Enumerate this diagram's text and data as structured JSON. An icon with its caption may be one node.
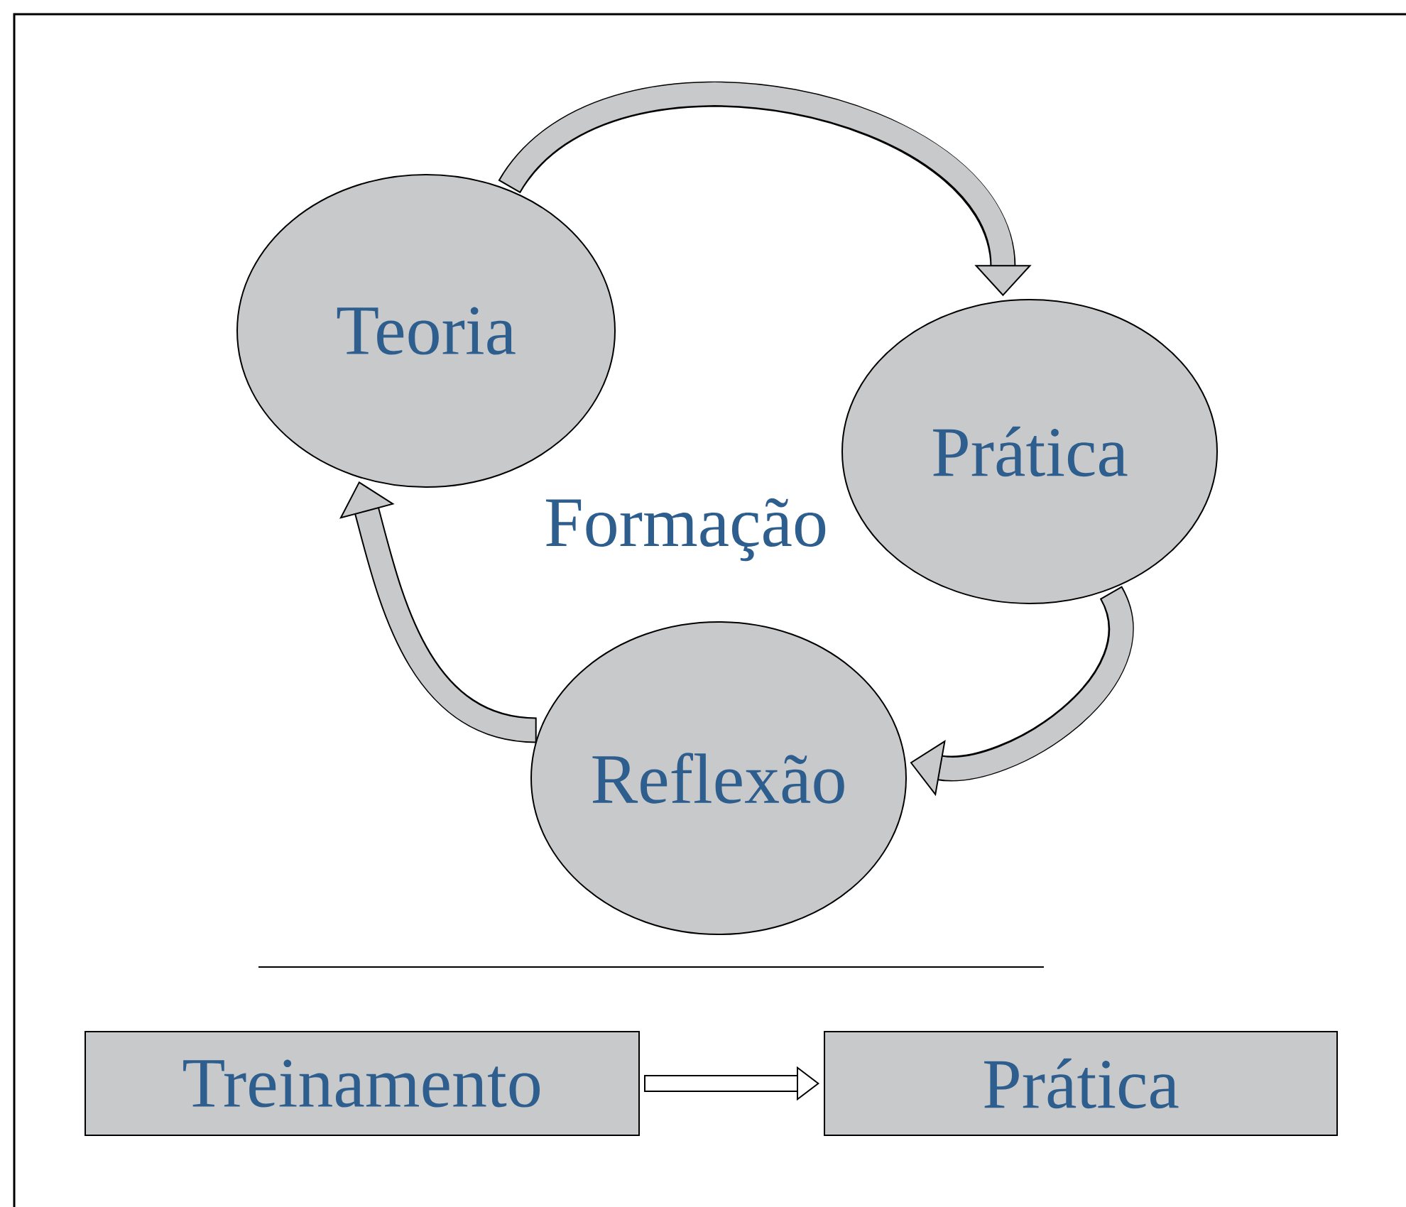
{
  "diagram": {
    "nodes": [
      {
        "text": [
          "Teoria"
        ]
      },
      {
        "text": [
          "Prática"
        ]
      },
      {
        "text": [
          "Reflexão"
        ]
      },
      {
        "text": [
          "Treinamento"
        ]
      },
      {
        "text": [
          "Prática"
        ]
      }
    ],
    "edges": [
      {
        "from": 0,
        "to": 1,
        "arrow": "to"
      },
      {
        "from": 1,
        "to": 2,
        "arrow": "to"
      },
      {
        "from": 2,
        "to": 0,
        "arrow": "to"
      },
      {
        "from": 3,
        "to": 4,
        "arrow": "to"
      }
    ],
    "labels": [
      "Formação"
    ]
  }
}
